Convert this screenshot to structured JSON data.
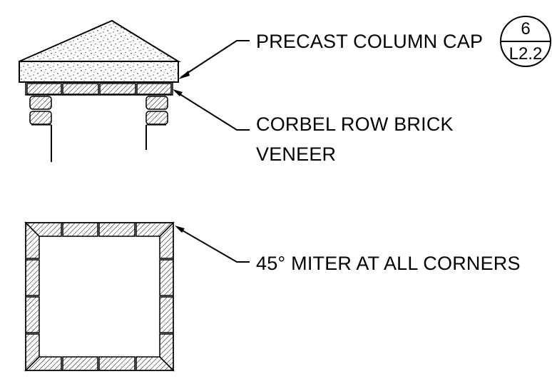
{
  "labels": {
    "cap": "PRECAST COLUMN CAP",
    "corbel_line1": "CORBEL ROW BRICK",
    "corbel_line2": "VENEER",
    "miter": "45° MITER AT ALL CORNERS"
  },
  "detail_tag": {
    "number": "6",
    "sheet": "L2.2"
  }
}
